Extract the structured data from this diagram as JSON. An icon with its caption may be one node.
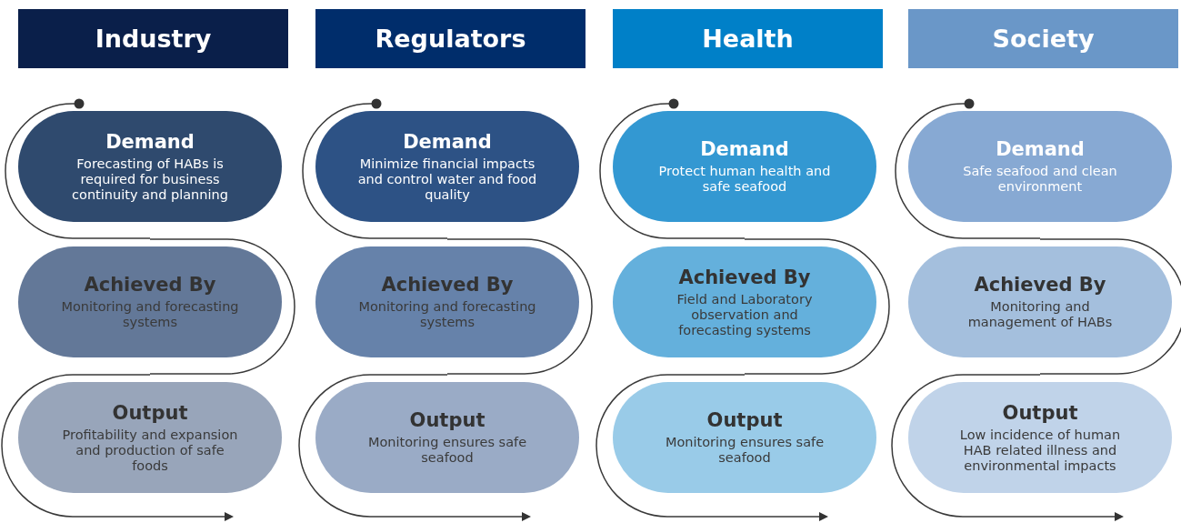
{
  "diagram": {
    "nodes": [
      {
        "text": [
          "Industry"
        ]
      },
      {
        "text": [
          "Demand",
          "Forecasting of HABs is required for business continuity and planning"
        ]
      },
      {
        "text": [
          "Achieved By",
          "Monitoring and forecasting systems"
        ]
      },
      {
        "text": [
          "Output",
          "Profitability and expansion and production of safe foods"
        ]
      },
      {
        "text": [
          "Regulators"
        ]
      },
      {
        "text": [
          "Demand",
          "Minimize financial impacts and control water and food quality"
        ]
      },
      {
        "text": [
          "Achieved By",
          "Monitoring and forecasting systems"
        ]
      },
      {
        "text": [
          "Output",
          "Monitoring ensures safe seafood"
        ]
      },
      {
        "text": [
          "Health"
        ]
      },
      {
        "text": [
          "Demand",
          "Protect human health and safe seafood"
        ]
      },
      {
        "text": [
          "Achieved By",
          "Field and Laboratory observation and forecasting systems"
        ]
      },
      {
        "text": [
          "Output",
          "Monitoring ensures safe seafood"
        ]
      },
      {
        "text": [
          "Society"
        ]
      },
      {
        "text": [
          "Demand",
          "Safe seafood and clean environment"
        ]
      },
      {
        "text": [
          "Achieved By",
          "Monitoring and management of HABs"
        ]
      },
      {
        "text": [
          "Output",
          "Low incidence of human HAB related illness and environmental impacts"
        ]
      }
    ],
    "edges": [
      {
        "from": 1,
        "to": 2,
        "arrow": "other"
      },
      {
        "from": 2,
        "to": 3,
        "arrow": "none"
      },
      {
        "from": 3,
        "to": null,
        "arrow": "to"
      },
      {
        "from": 5,
        "to": 6,
        "arrow": "other"
      },
      {
        "from": 6,
        "to": 7,
        "arrow": "none"
      },
      {
        "from": 7,
        "to": null,
        "arrow": "to"
      },
      {
        "from": 9,
        "to": 10,
        "arrow": "other"
      },
      {
        "from": 10,
        "to": 11,
        "arrow": "none"
      },
      {
        "from": 11,
        "to": null,
        "arrow": "to"
      },
      {
        "from": 13,
        "to": 14,
        "arrow": "other"
      },
      {
        "from": 14,
        "to": 15,
        "arrow": "none"
      },
      {
        "from": 15,
        "to": null,
        "arrow": "to"
      }
    ]
  }
}
